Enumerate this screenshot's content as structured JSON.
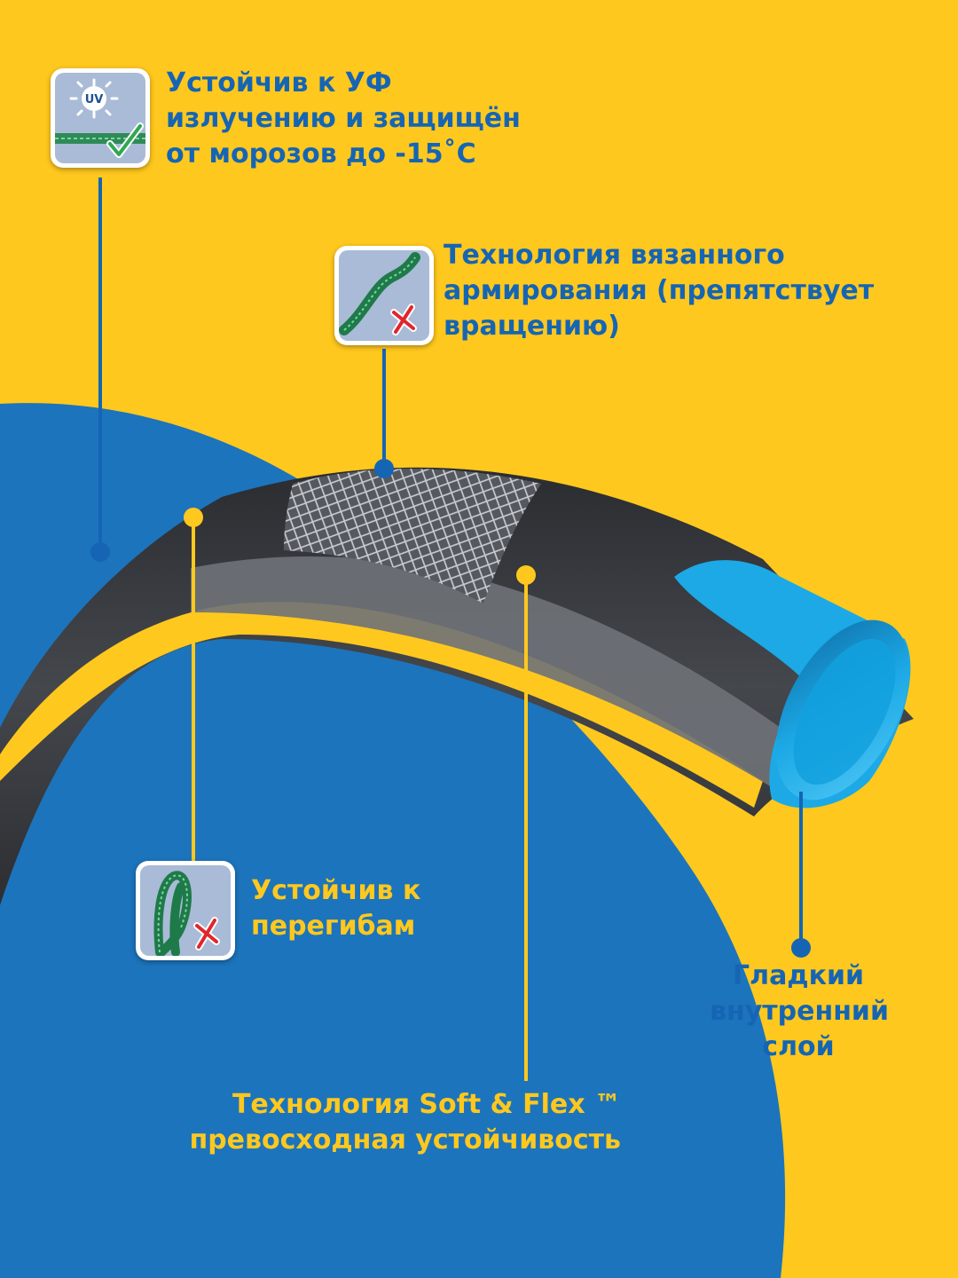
{
  "features": {
    "uv": {
      "icon": "uv-resistance-icon",
      "text": [
        "Устойчив к УФ",
        "излучению и защищён",
        "от морозов до  -15˚С"
      ]
    },
    "knit": {
      "icon": "knitted-reinforcement-icon",
      "text": [
        "Технология вязанного",
        "армирования (препятствует",
        "вращению)"
      ]
    },
    "kink": {
      "icon": "kink-resistance-icon",
      "text": [
        "Устойчив к",
        "перегибам"
      ]
    },
    "inner": {
      "text": [
        "Гладкий",
        "внутренний",
        "слой"
      ]
    },
    "softflex": {
      "text": [
        "Технология Soft & Flex ™",
        "превосходная устойчивость"
      ]
    }
  },
  "icon_badges": {
    "uv": "UV"
  },
  "colors": {
    "background_yellow": "#FFC81E",
    "background_blue": "#1C74BC",
    "label_blue": "#1565B4",
    "label_yellow": "#FFC81E",
    "hose_dark": "#3C3F44",
    "stripe_yellow": "#FFC81E",
    "inner_cyan": "#1CA9E6"
  }
}
